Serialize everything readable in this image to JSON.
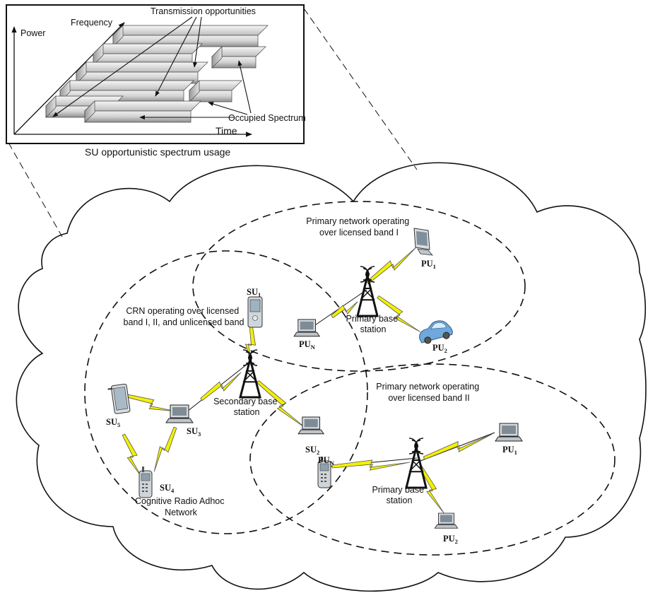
{
  "inset": {
    "axis_power": "Power",
    "axis_frequency": "Frequency",
    "axis_time": "Time",
    "transmission_label": "Transmission opportunities",
    "occupied_label": "Occupied Spectrum",
    "caption": "SU opportunistic spectrum usage"
  },
  "networks": {
    "primary_1": [
      "Primary network operating",
      "over licensed band I"
    ],
    "primary_2": [
      "Primary network operating",
      "over licensed band II"
    ],
    "crn": [
      "CRN operating over licensed",
      "band I, II, and unlicensed band"
    ],
    "adhoc": [
      "Cognitive Radio Adhoc",
      "Network"
    ]
  },
  "stations": {
    "primary_1": [
      "Primary base",
      "station"
    ],
    "secondary": [
      "Secondary base",
      "station"
    ],
    "primary_2": [
      "Primary base",
      "station"
    ]
  },
  "nodes": {
    "su1": {
      "main": "SU",
      "sub": "1"
    },
    "su2": {
      "main": "SU",
      "sub": "2"
    },
    "su3": {
      "main": "SU",
      "sub": "3"
    },
    "su4": {
      "main": "SU",
      "sub": "4"
    },
    "su5": {
      "main": "SU",
      "sub": "5"
    },
    "pu1_top": {
      "main": "PU",
      "sub": "1"
    },
    "pu2_top": {
      "main": "PU",
      "sub": "2"
    },
    "pun_top": {
      "main": "PU",
      "sub": "N"
    },
    "pu1_bottom": {
      "main": "PU",
      "sub": "1"
    },
    "pu2_bottom": {
      "main": "PU",
      "sub": "2"
    },
    "pun_bottom": {
      "main": "PU",
      "sub": "N"
    }
  },
  "colors": {
    "link_bolt": "#f4f000",
    "outline": "#111111",
    "car": "#6fa8dc"
  }
}
